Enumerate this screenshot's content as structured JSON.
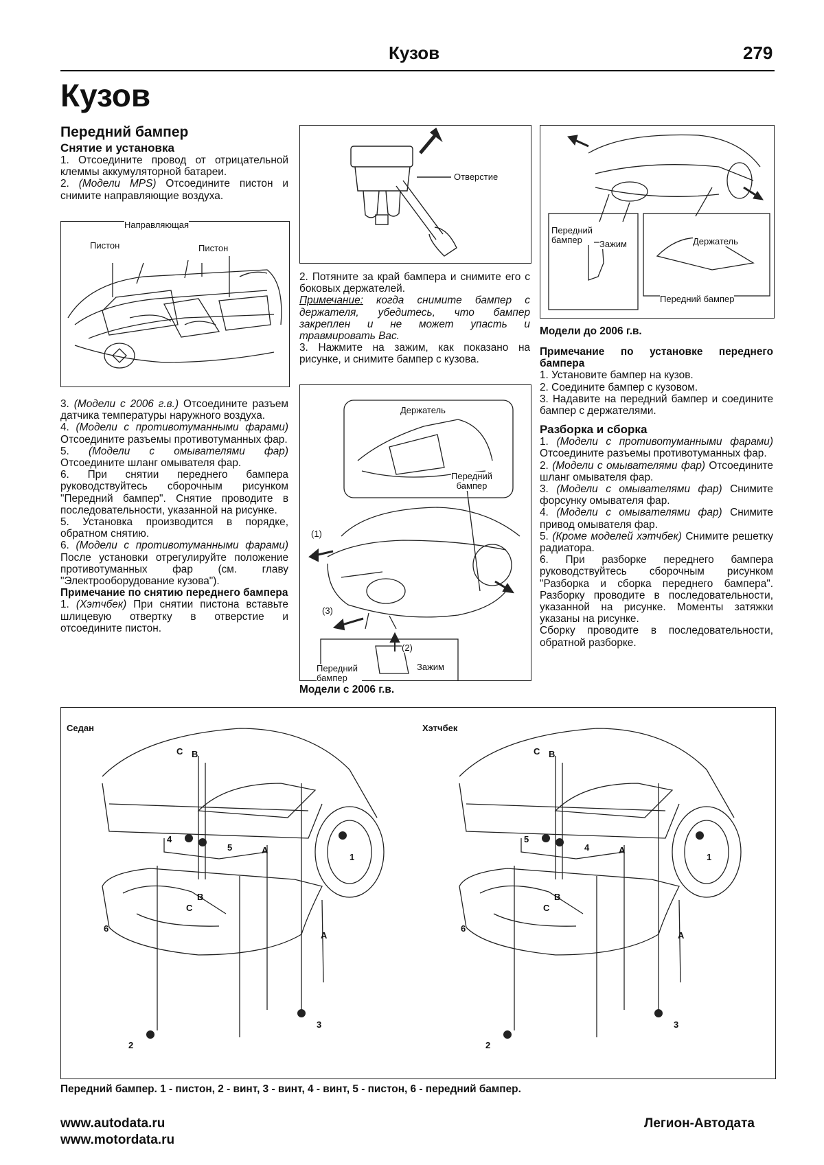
{
  "header": {
    "running_title": "Кузов",
    "page_number": "279"
  },
  "chapter_title": "Кузов",
  "col1": {
    "section_title": "Передний бампер",
    "subsection_title": "Снятие и установка",
    "step1": "1. Отсоедините провод от отрицательной клеммы аккумуляторной батареи.",
    "step2_prefix": "2. ",
    "step2_italic": "(Модели MPS)",
    "step2_rest": " Отсоедините пистон и снимите направляющие воздуха.",
    "fig1_labels": {
      "guide": "Направляющая",
      "piston_left": "Пистон",
      "piston_right": "Пистон"
    },
    "step3_prefix": "3. ",
    "step3_italic": "(Модели с 2006 г.в.)",
    "step3_rest": " Отсоедините разъем датчика температуры наружного воздуха.",
    "step4_prefix": "4. ",
    "step4_italic": "(Модели с противотуманными фарами)",
    "step4_rest": " Отсоедините разъемы противотуманных фар.",
    "step5_prefix": "5. ",
    "step5_italic": "(Модели с омывателями фар)",
    "step5_rest": " Отсоедините шланг омывателя фар.",
    "step6": "6. При снятии переднего бампера руководствуйтесь сборочным рисунком \"Передний бампер\". Снятие проводите в последовательности, указанной на рисунке.",
    "step7": "5. Установка производится в порядке, обратном снятию.",
    "step8_prefix": "6. ",
    "step8_italic": "(Модели с противотуманными фарами)",
    "step8_rest": " После установки отрегулируйте положение противотуманных фар (см. главу \"Электрооборудование кузова\").",
    "note_title": "Примечание по снятию переднего бампера",
    "note1_prefix": "1. ",
    "note1_italic": "(Хэтчбек)",
    "note1_rest": " При снятии пистона вставьте шлицевую отвертку в отверстие и отсоедините пистон."
  },
  "col2": {
    "fig_hole_label": "Отверстие",
    "step2": "2. Потяните за край бампера и снимите его с боковых держателей.",
    "note_label": "Примечание:",
    "note_text": " когда снимите бампер с держателя, убедитесь, что бампер закреплен и не может упасть и травмировать Вас.",
    "step3": "3. Нажмите на зажим, как показано на рисунке, и снимите бампер с кузова.",
    "fig_labels": {
      "holder": "Держатель",
      "front_bumper": "Передний бампер",
      "callout1": "(1)",
      "callout2": "(2)",
      "callout3": "(3)",
      "clip": "Зажим",
      "front_bumper2": "Передний бампер"
    },
    "caption": "Модели с 2006 г.в."
  },
  "col3": {
    "fig_labels": {
      "front_bumper": "Передний бампер",
      "clip": "Зажим",
      "holder": "Держатель",
      "front_bumper2": "Передний бампер"
    },
    "caption": "Модели до 2006 г.в.",
    "install_note_title": "Примечание по установке переднего бампера",
    "install1": "1. Установите бампер на кузов.",
    "install2": "2. Соедините бампер с кузовом.",
    "install3": "3. Надавите на передний бампер и соедините бампер с держателями.",
    "disassembly_title": "Разборка и сборка",
    "d1_prefix": "1. ",
    "d1_italic": "(Модели с противотуманными фарами)",
    "d1_rest": " Отсоедините разъемы противотуманных фар.",
    "d2_prefix": "2. ",
    "d2_italic": "(Модели с омывателями фар)",
    "d2_rest": " Отсоедините шланг омывателя фар.",
    "d3_prefix": "3. ",
    "d3_italic": "(Модели с омывателями фар)",
    "d3_rest": " Снимите форсунку омывателя фар.",
    "d4_prefix": "4. ",
    "d4_italic": "(Модели с омывателями фар)",
    "d4_rest": " Снимите привод омывателя фар.",
    "d5_prefix": "5. ",
    "d5_italic": "(Кроме моделей хэтчбек)",
    "d5_rest": " Снимите решетку радиатора.",
    "d6": "6. При разборке переднего бампера руководствуйтесь сборочным рисунком \"Разборка и сборка переднего бампера\". Разборку проводите в последовательности, указанной на рисунке. Моменты затяжки указаны на рисунке.",
    "d7": "Сборку проводите в последовательности, обратной разборке."
  },
  "assembly": {
    "sedan_label": "Седан",
    "hatch_label": "Хэтчбек",
    "callouts_left": [
      "C",
      "B",
      "A",
      "4",
      "5",
      "1",
      "B",
      "C",
      "6",
      "A",
      "3",
      "2"
    ],
    "callouts_right": [
      "C",
      "B",
      "A",
      "5",
      "4",
      "1",
      "B",
      "C",
      "6",
      "A",
      "3",
      "2"
    ],
    "caption": "Передний бампер. 1 - пистон, 2 - винт, 3 - винт, 4 - винт, 5 - пистон, 6 - передний бампер."
  },
  "footer": {
    "url1": "www.autodata.ru",
    "url2": "www.motordata.ru",
    "publisher": "Легион-Автодата"
  }
}
